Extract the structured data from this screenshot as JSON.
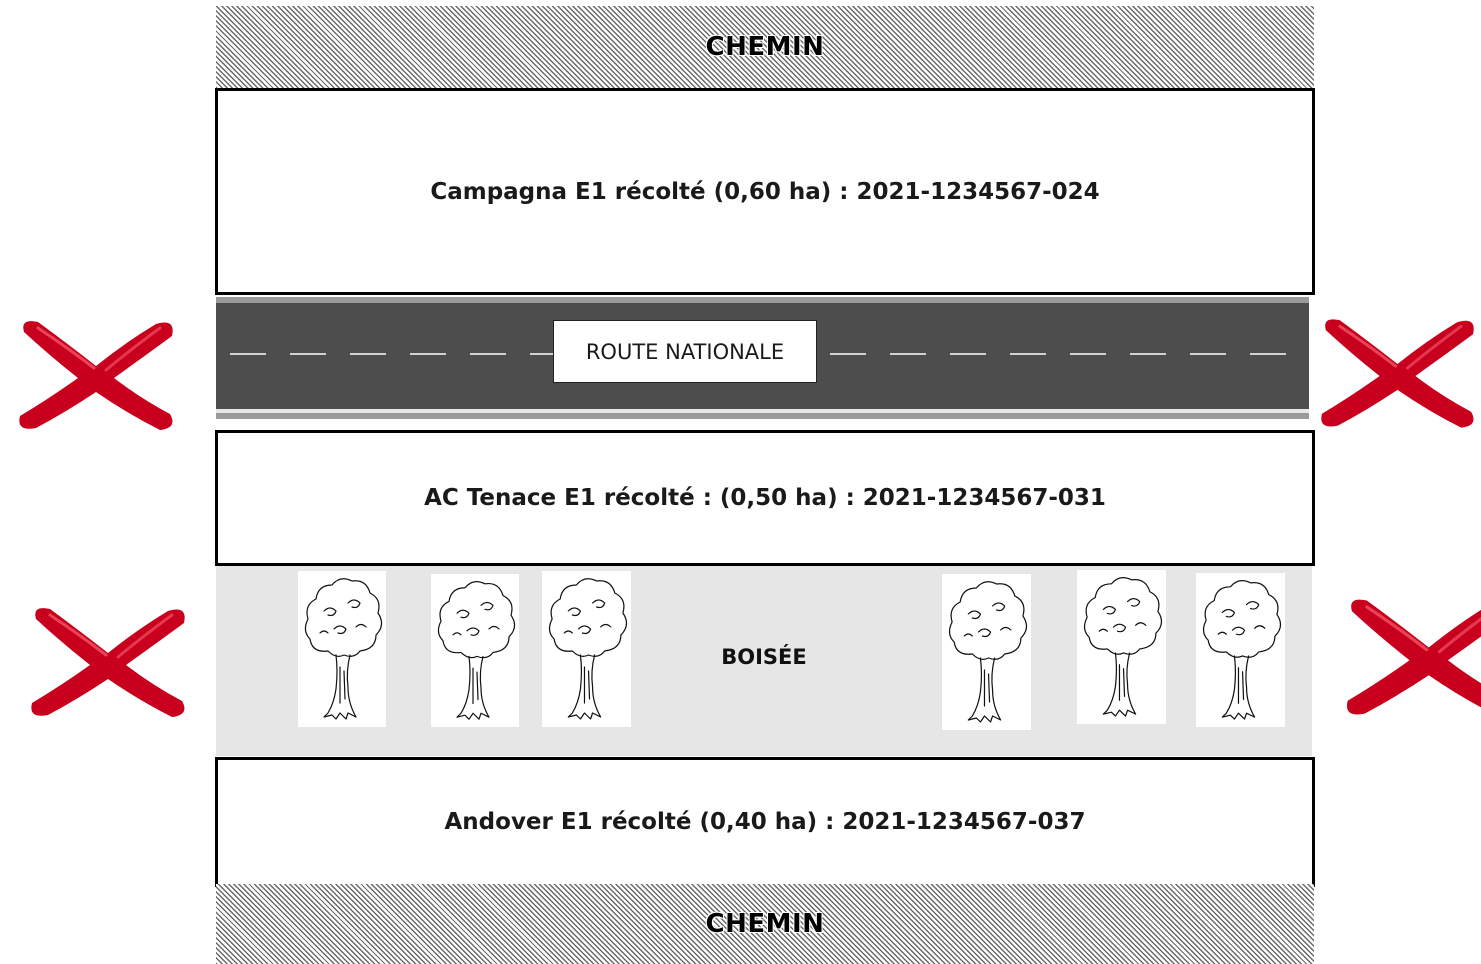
{
  "top_path": {
    "label": "CHEMIN"
  },
  "field_top": {
    "label": "Campagna E1 récolté (0,60 ha) : 2021-1234567-024"
  },
  "road": {
    "label": "ROUTE NATIONALE"
  },
  "field_middle": {
    "label": "AC Tenace E1 récolté : (0,50 ha) : 2021-1234567-031"
  },
  "woods": {
    "label": "BOISÉE"
  },
  "field_bottom": {
    "label": "Andover E1 récolté (0,40 ha) : 2021-1234567-037"
  },
  "bottom_path": {
    "label": "CHEMIN"
  },
  "colors": {
    "road": "#4d4d4d",
    "cross": "#c8001e",
    "woods": "#e6e6e6"
  },
  "icons": {
    "tree": "tree-icon",
    "cross": "red-x-icon"
  }
}
